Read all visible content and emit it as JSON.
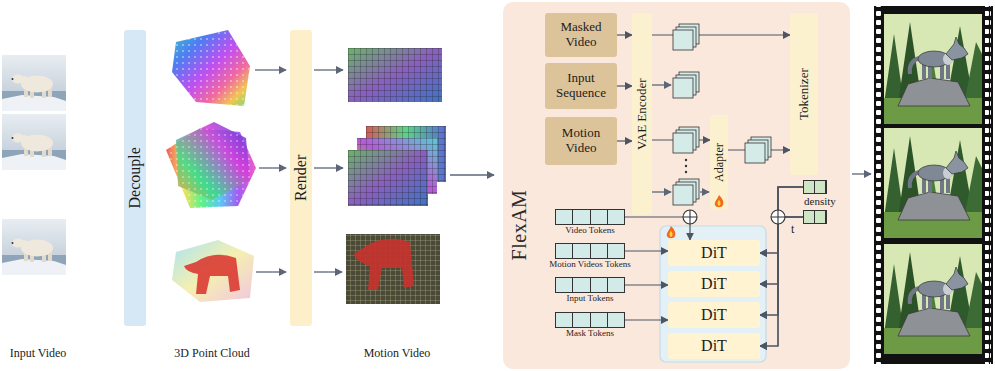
{
  "diagram": {
    "nodes": [
      {
        "text": [
          "Decouple"
        ]
      },
      {
        "text": [
          "Render"
        ]
      },
      {
        "text": [
          "FlexAM"
        ]
      },
      {
        "text": [
          "Masked Video"
        ],
        "in": 2
      },
      {
        "text": [
          "Input Sequence"
        ],
        "in": 2
      },
      {
        "text": [
          "Motion Video"
        ],
        "in": 2
      },
      {
        "text": [
          "VAE Encoder"
        ],
        "in": 2
      },
      {
        "text": [
          "Adapter"
        ],
        "in": 2
      },
      {
        "text": [
          "Tokenizer"
        ],
        "in": 2
      },
      {
        "text": [
          "Video Tokens"
        ],
        "in": 2
      },
      {
        "text": [
          "Motion Videos Tokens"
        ],
        "in": 2
      },
      {
        "text": [
          "Input Tokens"
        ],
        "in": 2
      },
      {
        "text": [
          "Mask Tokens"
        ],
        "in": 2
      },
      {
        "text": [
          "density"
        ],
        "in": 2
      },
      {
        "text": [
          "t"
        ],
        "in": 2
      },
      {
        "text": [
          "DiT"
        ],
        "in": 2
      },
      {
        "text": [
          "DiT"
        ],
        "in": 2
      },
      {
        "text": [
          "DiT"
        ],
        "in": 2
      },
      {
        "text": [
          "DiT"
        ],
        "in": 2
      }
    ],
    "edges": [
      {
        "from": 3,
        "to": 6,
        "arrow": "to"
      },
      {
        "from": 4,
        "to": 6,
        "arrow": "to"
      },
      {
        "from": 5,
        "to": 6,
        "arrow": "to"
      },
      {
        "from": 6,
        "to": 8,
        "arrow": "to"
      },
      {
        "from": 6,
        "to": 7,
        "arrow": "to"
      },
      {
        "from": 7,
        "to": 8,
        "arrow": "to"
      },
      {
        "from": 9,
        "to": 15,
        "arrow": "to"
      },
      {
        "from": 10,
        "to": 15,
        "arrow": "to"
      },
      {
        "from": 11,
        "to": 16,
        "arrow": "to"
      },
      {
        "from": 12,
        "to": 17,
        "arrow": "to"
      },
      {
        "from": 13,
        "to": 15,
        "arrow": "to"
      },
      {
        "from": 13,
        "to": 16,
        "arrow": "to"
      },
      {
        "from": 13,
        "to": 17,
        "arrow": "to"
      },
      {
        "from": 13,
        "to": 18,
        "arrow": "to"
      },
      {
        "from": 14,
        "to": 15,
        "arrow": "to"
      },
      {
        "from": 14,
        "to": 16,
        "arrow": "to"
      },
      {
        "from": 14,
        "to": 17,
        "arrow": "to"
      },
      {
        "from": 14,
        "to": 18,
        "arrow": "to"
      }
    ],
    "labels": [
      "Input Video",
      "3D Point Cloud",
      "Motion Video"
    ]
  }
}
